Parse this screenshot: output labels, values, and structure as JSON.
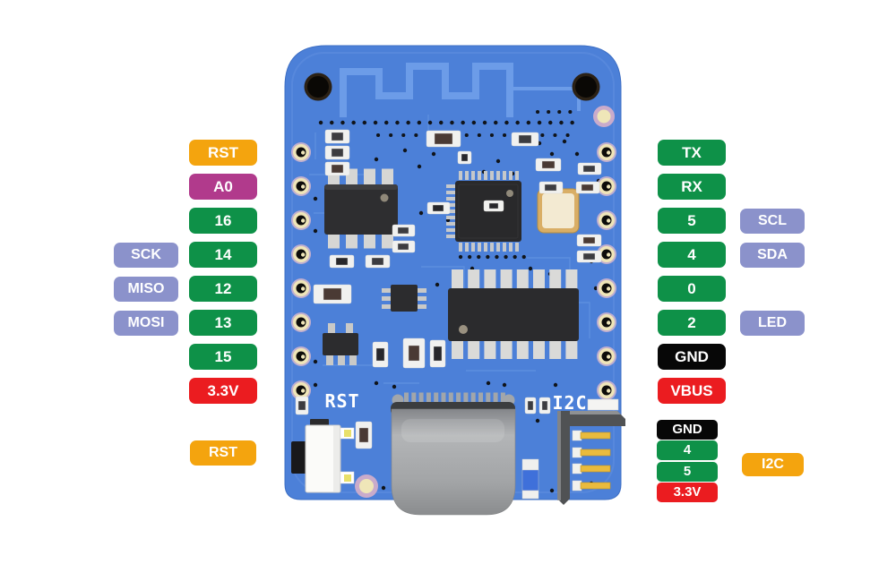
{
  "colors": {
    "orange": "#F4A40E",
    "magenta": "#B13A8C",
    "green": "#0E9148",
    "lavender": "#8B92CB",
    "red": "#EB1C20",
    "black": "#070707",
    "board": "#4C80D8",
    "trace": "#6C9CE8",
    "label_text": "#FFFFFF"
  },
  "left_pins": [
    {
      "label": "RST",
      "color": "orange"
    },
    {
      "label": "A0",
      "color": "magenta"
    },
    {
      "label": "16",
      "color": "green"
    },
    {
      "label": "14",
      "color": "green"
    },
    {
      "label": "12",
      "color": "green"
    },
    {
      "label": "13",
      "color": "green"
    },
    {
      "label": "15",
      "color": "green"
    },
    {
      "label": "3.3V",
      "color": "red"
    }
  ],
  "left_functions": [
    {
      "label": "SCK",
      "color": "lavender"
    },
    {
      "label": "MISO",
      "color": "lavender"
    },
    {
      "label": "MOSI",
      "color": "lavender"
    }
  ],
  "right_pins": [
    {
      "label": "TX",
      "color": "green"
    },
    {
      "label": "RX",
      "color": "green"
    },
    {
      "label": "5",
      "color": "green"
    },
    {
      "label": "4",
      "color": "green"
    },
    {
      "label": "0",
      "color": "green"
    },
    {
      "label": "2",
      "color": "green"
    },
    {
      "label": "GND",
      "color": "black"
    },
    {
      "label": "VBUS",
      "color": "red"
    }
  ],
  "right_functions": [
    {
      "label": "SCL",
      "color": "lavender"
    },
    {
      "label": "SDA",
      "color": "lavender"
    },
    {
      "label": "LED",
      "color": "lavender"
    }
  ],
  "reset_label": {
    "label": "RST",
    "color": "orange"
  },
  "i2c_group": {
    "label": "I2C",
    "label_color": "orange",
    "pins": [
      {
        "label": "GND",
        "color": "black"
      },
      {
        "label": "4",
        "color": "green"
      },
      {
        "label": "5",
        "color": "green"
      },
      {
        "label": "3.3V",
        "color": "red"
      }
    ]
  },
  "silkscreen": {
    "rst": "RST",
    "i2c": "I2C"
  }
}
